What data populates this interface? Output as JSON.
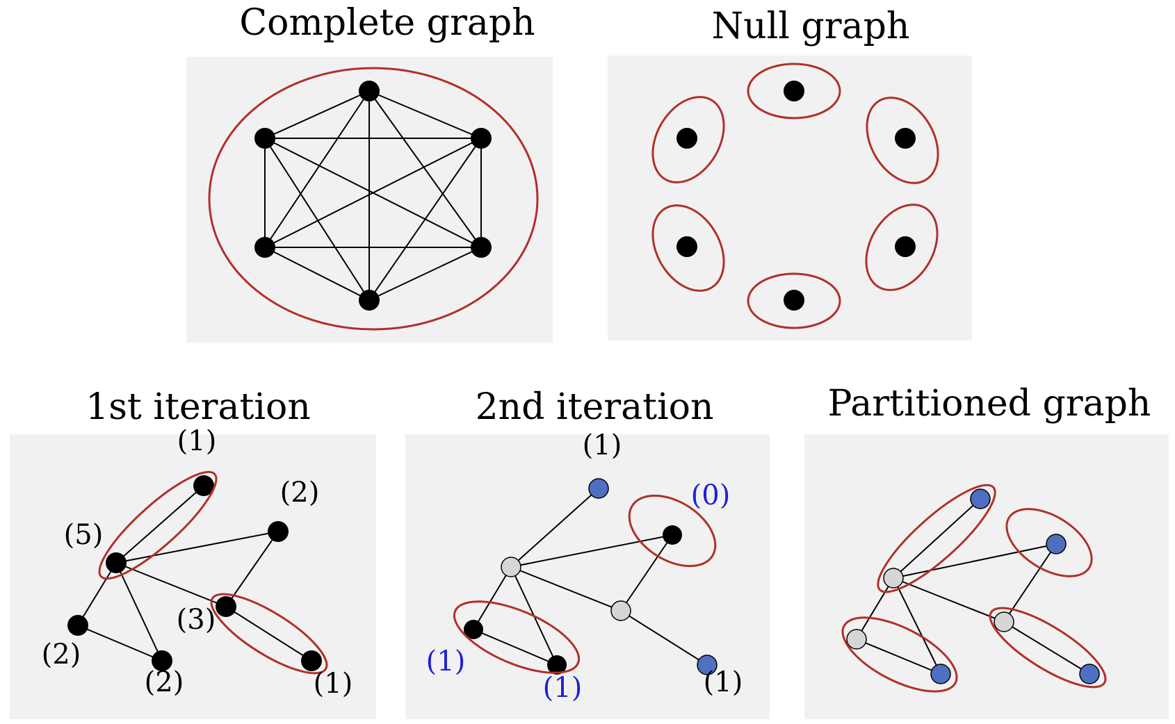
{
  "colors": {
    "panel_bg": "#f1f1f1",
    "ellipse": "#b0302a",
    "node_black": "#000000",
    "node_gray": "#d6d6d6",
    "node_blue": "#4f6fc2",
    "label_black": "#000000",
    "label_blue": "#1f1fd6"
  },
  "panels": [
    {
      "id": "complete-graph",
      "title": "Complete graph",
      "nodes": [
        {
          "id": "n1",
          "color": "black"
        },
        {
          "id": "n2",
          "color": "black"
        },
        {
          "id": "n3",
          "color": "black"
        },
        {
          "id": "n4",
          "color": "black"
        },
        {
          "id": "n5",
          "color": "black"
        },
        {
          "id": "n6",
          "color": "black"
        }
      ],
      "edges": [
        [
          "n1",
          "n2"
        ],
        [
          "n1",
          "n3"
        ],
        [
          "n1",
          "n4"
        ],
        [
          "n1",
          "n5"
        ],
        [
          "n1",
          "n6"
        ],
        [
          "n2",
          "n3"
        ],
        [
          "n2",
          "n4"
        ],
        [
          "n2",
          "n5"
        ],
        [
          "n2",
          "n6"
        ],
        [
          "n3",
          "n4"
        ],
        [
          "n3",
          "n5"
        ],
        [
          "n3",
          "n6"
        ],
        [
          "n4",
          "n5"
        ],
        [
          "n4",
          "n6"
        ],
        [
          "n5",
          "n6"
        ]
      ],
      "groups": [
        [
          "n1",
          "n2",
          "n3",
          "n4",
          "n5",
          "n6"
        ]
      ],
      "labels": []
    },
    {
      "id": "null-graph",
      "title": "Null graph",
      "nodes": [
        {
          "id": "n1",
          "color": "black"
        },
        {
          "id": "n2",
          "color": "black"
        },
        {
          "id": "n3",
          "color": "black"
        },
        {
          "id": "n4",
          "color": "black"
        },
        {
          "id": "n5",
          "color": "black"
        },
        {
          "id": "n6",
          "color": "black"
        }
      ],
      "edges": [],
      "groups": [
        [
          "n1"
        ],
        [
          "n2"
        ],
        [
          "n3"
        ],
        [
          "n4"
        ],
        [
          "n5"
        ],
        [
          "n6"
        ]
      ],
      "labels": []
    },
    {
      "id": "first-iteration",
      "title": "1st iteration",
      "nodes": [
        {
          "id": "hub",
          "color": "black"
        },
        {
          "id": "top",
          "color": "black"
        },
        {
          "id": "right",
          "color": "black"
        },
        {
          "id": "mid",
          "color": "black"
        },
        {
          "id": "midleaf",
          "color": "black"
        },
        {
          "id": "left",
          "color": "black"
        },
        {
          "id": "bottom",
          "color": "black"
        }
      ],
      "edges": [
        [
          "hub",
          "top"
        ],
        [
          "hub",
          "right"
        ],
        [
          "hub",
          "mid"
        ],
        [
          "hub",
          "left"
        ],
        [
          "hub",
          "bottom"
        ],
        [
          "left",
          "bottom"
        ],
        [
          "right",
          "mid"
        ],
        [
          "mid",
          "midleaf"
        ]
      ],
      "groups": [
        [
          "hub",
          "top"
        ],
        [
          "mid",
          "midleaf"
        ]
      ],
      "labels": [
        {
          "node": "top",
          "text": "(1)",
          "color": "black"
        },
        {
          "node": "right",
          "text": "(2)",
          "color": "black"
        },
        {
          "node": "hub",
          "text": "(5)",
          "color": "black"
        },
        {
          "node": "mid",
          "text": "(3)",
          "color": "black"
        },
        {
          "node": "left",
          "text": "(2)",
          "color": "black"
        },
        {
          "node": "bottom",
          "text": "(2)",
          "color": "black"
        },
        {
          "node": "midleaf",
          "text": "(1)",
          "color": "black"
        }
      ]
    },
    {
      "id": "second-iteration",
      "title": "2nd iteration",
      "nodes": [
        {
          "id": "hub",
          "color": "gray"
        },
        {
          "id": "top",
          "color": "blue"
        },
        {
          "id": "right",
          "color": "black"
        },
        {
          "id": "mid",
          "color": "gray"
        },
        {
          "id": "midleaf",
          "color": "blue"
        },
        {
          "id": "left",
          "color": "black"
        },
        {
          "id": "bottom",
          "color": "black"
        }
      ],
      "edges": [
        [
          "hub",
          "top"
        ],
        [
          "hub",
          "right"
        ],
        [
          "hub",
          "mid"
        ],
        [
          "hub",
          "left"
        ],
        [
          "hub",
          "bottom"
        ],
        [
          "left",
          "bottom"
        ],
        [
          "right",
          "mid"
        ],
        [
          "mid",
          "midleaf"
        ]
      ],
      "groups": [
        [
          "right"
        ],
        [
          "left",
          "bottom"
        ]
      ],
      "labels": [
        {
          "node": "top",
          "text": "(1)",
          "color": "black"
        },
        {
          "node": "right",
          "text": "(0)",
          "color": "blue"
        },
        {
          "node": "left",
          "text": "(1)",
          "color": "blue"
        },
        {
          "node": "bottom",
          "text": "(1)",
          "color": "blue"
        },
        {
          "node": "midleaf",
          "text": "(1)",
          "color": "black"
        }
      ]
    },
    {
      "id": "partitioned-graph",
      "title": "Partitioned graph",
      "nodes": [
        {
          "id": "hub",
          "color": "gray"
        },
        {
          "id": "top",
          "color": "blue"
        },
        {
          "id": "right",
          "color": "blue"
        },
        {
          "id": "mid",
          "color": "gray"
        },
        {
          "id": "midleaf",
          "color": "blue"
        },
        {
          "id": "left",
          "color": "gray"
        },
        {
          "id": "bottom",
          "color": "blue"
        }
      ],
      "edges": [
        [
          "hub",
          "top"
        ],
        [
          "hub",
          "right"
        ],
        [
          "hub",
          "mid"
        ],
        [
          "hub",
          "left"
        ],
        [
          "hub",
          "bottom"
        ],
        [
          "left",
          "bottom"
        ],
        [
          "right",
          "mid"
        ],
        [
          "mid",
          "midleaf"
        ]
      ],
      "groups": [
        [
          "hub",
          "top"
        ],
        [
          "right"
        ],
        [
          "left",
          "bottom"
        ],
        [
          "mid",
          "midleaf"
        ]
      ],
      "labels": []
    }
  ]
}
